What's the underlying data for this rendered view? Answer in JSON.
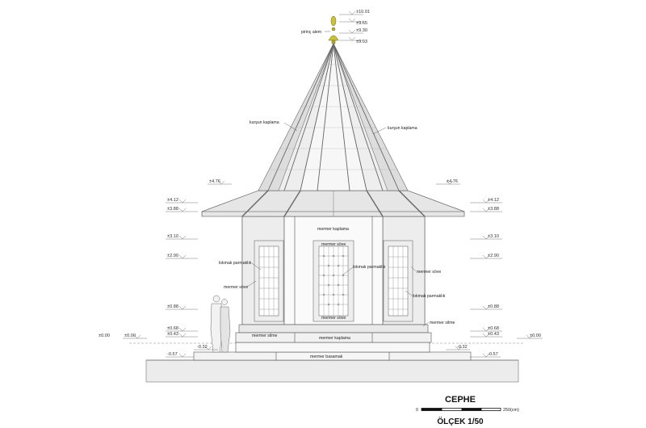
{
  "title": "CEPHE",
  "scale_label": "ÖLÇEK  1/50",
  "scale_bar": {
    "start": "0",
    "end": "250(cm)"
  },
  "labels": {
    "finial": "pirinç alem",
    "lead_left": "kurşun kaplama",
    "lead_right": "kurşun kaplama",
    "marble_cladding_top": "mermer kaplama",
    "marble_jamb_top": "mermer söve",
    "marble_jamb_bottom": "mermer söve",
    "grille_left": "lokmalı parmaklık",
    "grille_center": "lokmalı parmaklık",
    "grille_right": "lokmalı parmaklık",
    "jamb_left": "mermer söve",
    "jamb_right": "mermer söve",
    "plinth_left": "mermer silme",
    "plinth_right": "mermer silme",
    "marble_cladding_bottom": "mermer kaplama",
    "marble_step": "mermer basamak"
  },
  "levels": {
    "top": [
      "±10.01",
      "±9.65",
      "±9.30",
      "±9.03"
    ],
    "eave_left": "±4.76",
    "eave_right": "±4.76",
    "roof_base_left": [
      "±4.12",
      "±3.88"
    ],
    "roof_base_right": [
      "±4.12",
      "±3.88"
    ],
    "window_left": [
      "±3.10",
      "±2.90"
    ],
    "window_right": [
      "±3.10",
      "±2.90"
    ],
    "sill_left": [
      "±0.88",
      "±0.68",
      "±0.43"
    ],
    "sill_right": [
      "±0.88",
      "±0.68",
      "±0.43"
    ],
    "ground_left": "±0.00",
    "ground_right": "±0.00",
    "ground_edge": "±0.00",
    "step_left": "-0.32",
    "step_right": "-0.32",
    "found_left": "-0.57",
    "found_right": "-0.57"
  }
}
